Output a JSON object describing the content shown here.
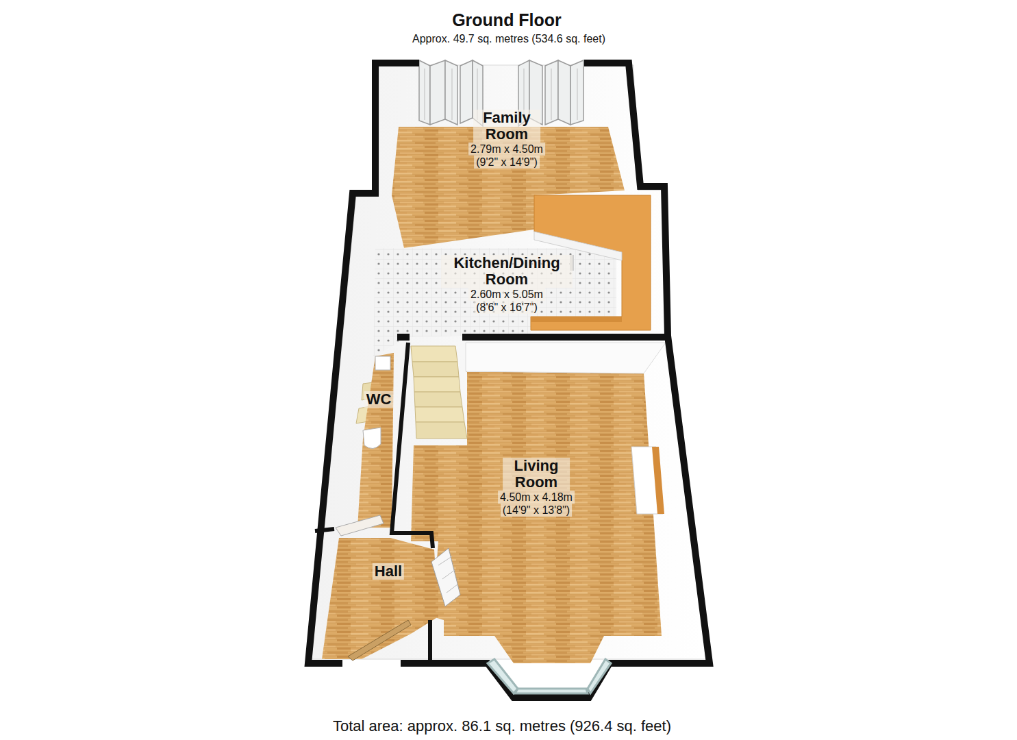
{
  "diagram": {
    "title": "Ground Floor",
    "caption": "Total area: approx. 86.1 sq. metres (926.4 sq. feet)",
    "nodes": [
      {
        "text": [
          "Family Room",
          "2.79m x 4.50m",
          "(9'2\" x 14'9\")"
        ]
      },
      {
        "text": [
          "Kitchen/Dining Room",
          "2.60m x 5.05m",
          "(8'6\" x 16'7\")"
        ]
      },
      {
        "text": [
          "WC"
        ]
      },
      {
        "text": [
          "Living Room",
          "4.50m x 4.18m",
          "(14'9\" x 13'8\")"
        ]
      },
      {
        "text": [
          "Hall"
        ]
      }
    ],
    "labels": [
      "Approx. 49.7 sq. metres (534.6 sq. feet)"
    ]
  }
}
